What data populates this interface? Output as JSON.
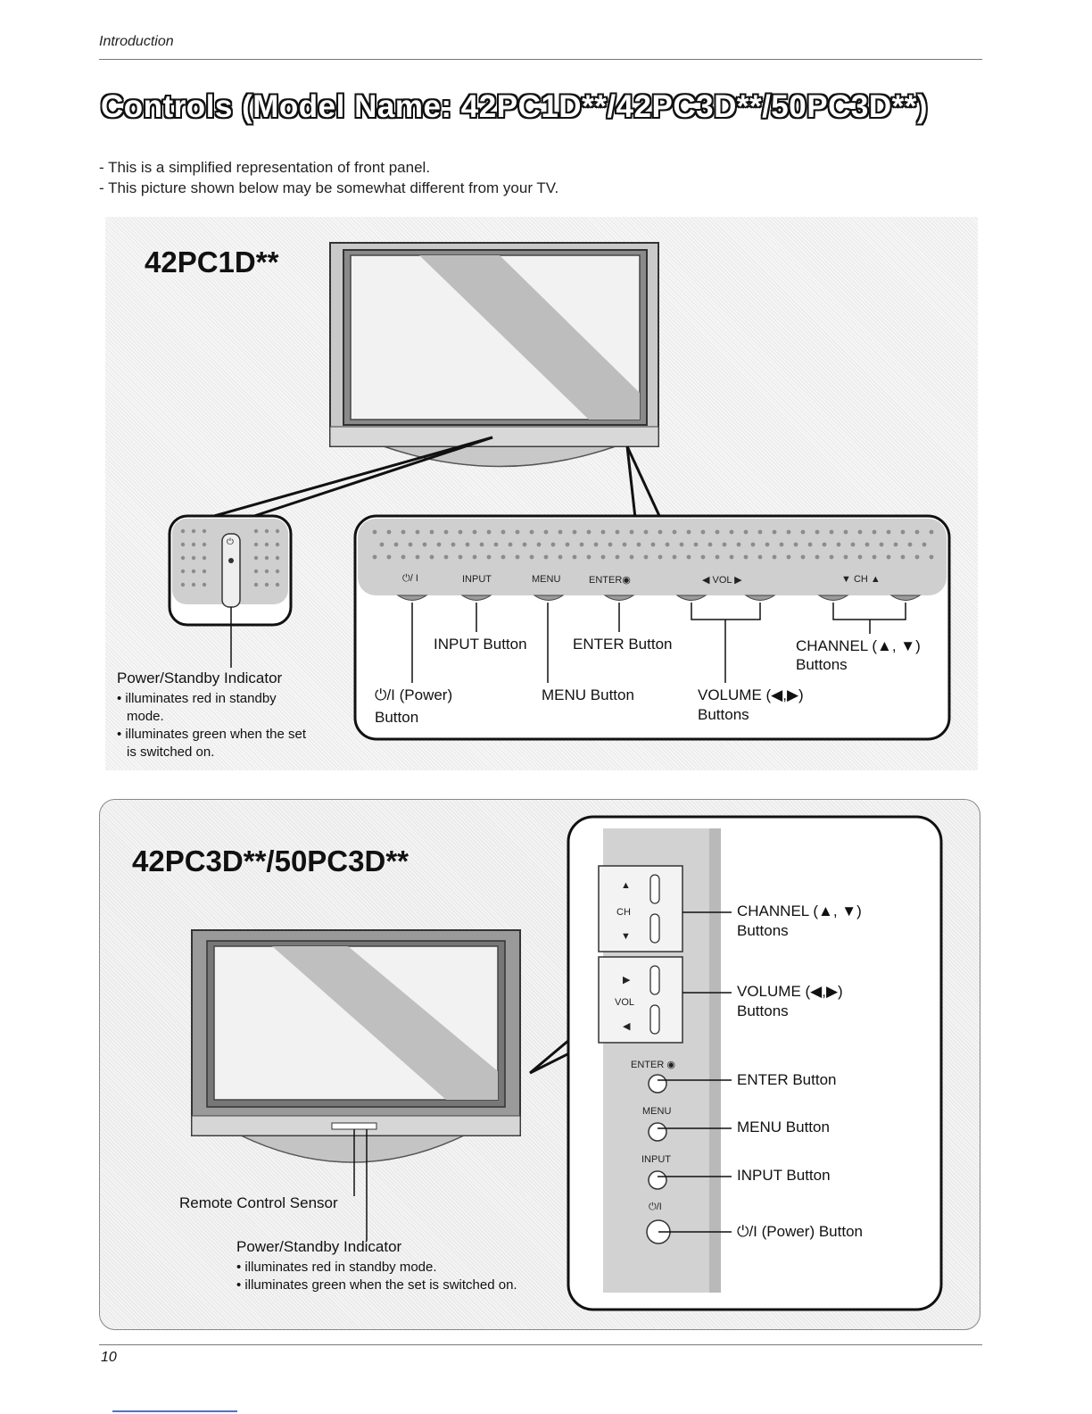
{
  "header": {
    "section": "Introduction"
  },
  "title": "Controls (Model Name: 42PC1D**/42PC3D**/50PC3D**)",
  "intro": [
    "- This is a simplified representation of front panel.",
    "- This picture shown below may be somewhat different from your TV."
  ],
  "model1": {
    "name": "42PC1D**",
    "panel_keys": {
      "power": "⏻/ I",
      "input": "INPUT",
      "menu": "MENU",
      "enter": "ENTER◉",
      "vol": "◀ VOL ▶",
      "ch": "▼ CH ▲"
    },
    "indicator": {
      "title": "Power/Standby Indicator",
      "b1a": "• illuminates red in standby",
      "b1b": "mode.",
      "b2a": "• illuminates green when the set",
      "b2b": "is switched on."
    },
    "labels": {
      "input": "INPUT Button",
      "enter": "ENTER Button",
      "channel1": "CHANNEL (▲, ▼)",
      "channel2": "Buttons",
      "power1": "⏻/I (Power)",
      "power2": "Button",
      "menu": "MENU Button",
      "volume1": "VOLUME (◀,▶)",
      "volume2": "Buttons"
    }
  },
  "model2": {
    "name": "42PC3D**/50PC3D**",
    "remote_sensor": "Remote Control Sensor",
    "indicator": {
      "title": "Power/Standby Indicator",
      "b1": "• illuminates red in standby mode.",
      "b2": "• illuminates green when the set is switched on."
    },
    "side_keys": {
      "ch": "CH",
      "vol": "VOL",
      "up": "▲",
      "down": "▼",
      "right": "▶",
      "left": "◀",
      "enter": "ENTER ◉",
      "menu": "MENU",
      "input": "INPUT",
      "power": "⏻/I"
    },
    "labels": {
      "channel1": "CHANNEL (▲, ▼)",
      "channel2": "Buttons",
      "volume1": "VOLUME (◀,▶)",
      "volume2": "Buttons",
      "enter": "ENTER Button",
      "menu": "MENU Button",
      "input": "INPUT Button",
      "power": "⏻/I (Power) Button"
    }
  },
  "footer": {
    "page": "10"
  }
}
